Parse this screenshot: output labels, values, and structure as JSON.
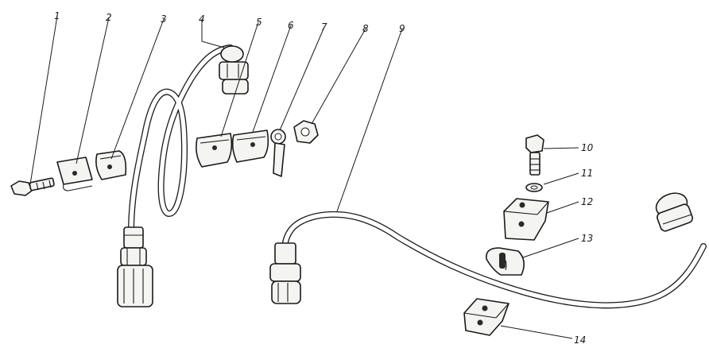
{
  "callouts": {
    "c1": "1",
    "c2": "2",
    "c3": "3",
    "c4": "4",
    "c5": "5",
    "c6": "6",
    "c7": "7",
    "c8": "8",
    "c9": "9",
    "c10": "10",
    "c11": "11",
    "c12": "12",
    "c13": "13",
    "c14": "14"
  },
  "colors": {
    "line": "#1a1a1a",
    "paper": "#ffffff",
    "part_fill": "#f4f4f2"
  }
}
